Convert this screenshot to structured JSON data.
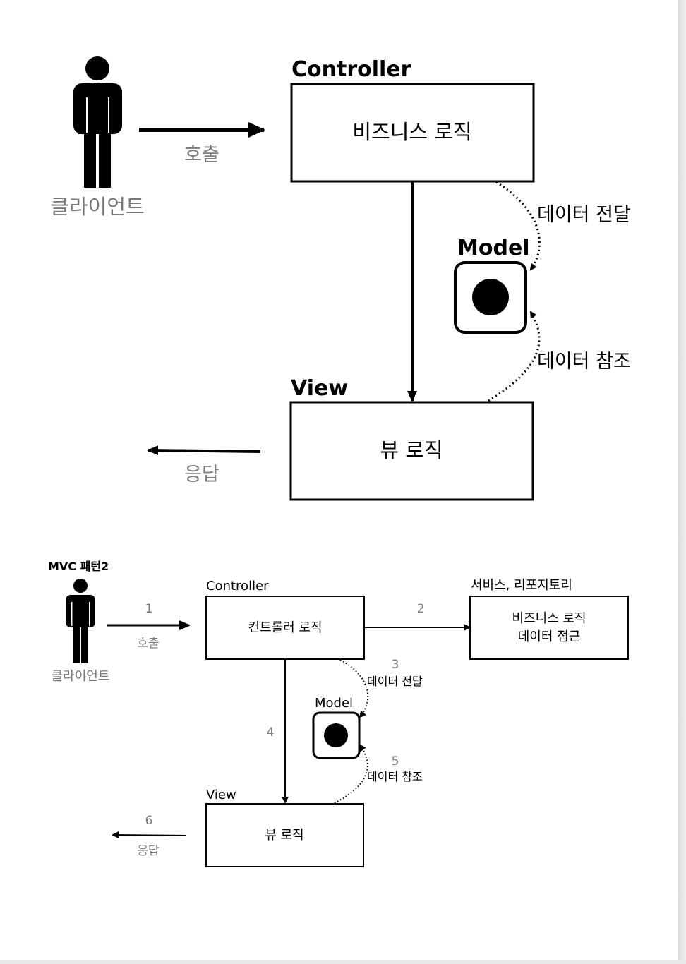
{
  "diagram1": {
    "controller_title": "Controller",
    "controller_box": "비즈니스 로직",
    "client_label": "클라이언트",
    "call_label": "호출",
    "model_title": "Model",
    "deliver_label": "데이터 전달",
    "reference_label": "데이터 참조",
    "view_title": "View",
    "view_box": "뷰 로직",
    "response_label": "응답"
  },
  "diagram2": {
    "heading": "MVC 패턴2",
    "client_label": "클라이언트",
    "step1": "1",
    "call_label": "호출",
    "controller_title": "Controller",
    "controller_box": "컨트롤러 로직",
    "step2": "2",
    "service_title": "서비스, 리포지토리",
    "service_line1": "비즈니스 로직",
    "service_line2": "데이터 접근",
    "step3": "3",
    "deliver_label": "데이터 전달",
    "model_title": "Model",
    "step4": "4",
    "step5": "5",
    "reference_label": "데이터 참조",
    "view_title": "View",
    "view_box": "뷰 로직",
    "step6": "6",
    "response_label": "응답"
  }
}
